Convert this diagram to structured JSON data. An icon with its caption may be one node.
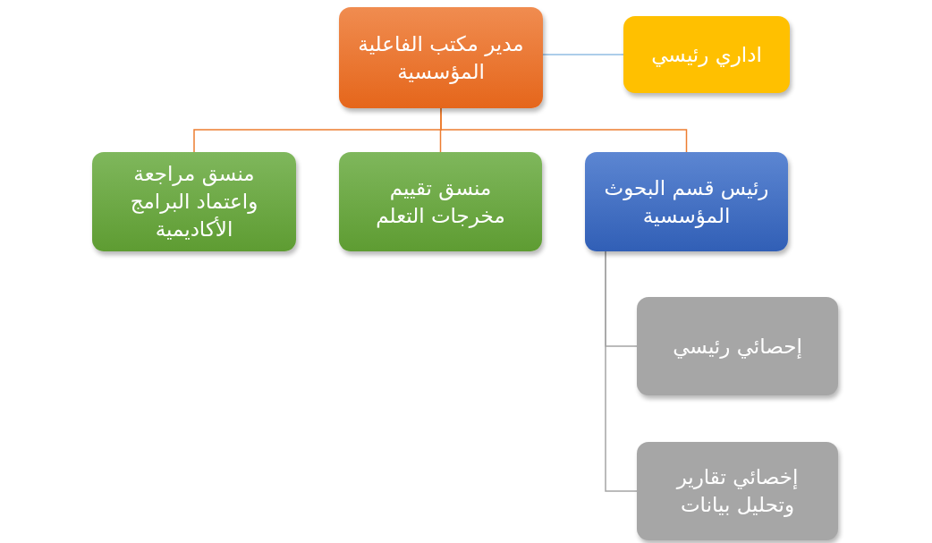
{
  "diagram": {
    "nodes": [
      {
        "text": [
          "مدير مكتب الفاعلية المؤسسية"
        ]
      },
      {
        "text": [
          "اداري رئيسي"
        ]
      },
      {
        "text": [
          "رئيس قسم البحوث المؤسسية"
        ]
      },
      {
        "text": [
          "منسق تقييم مخرجات التعلم"
        ]
      },
      {
        "text": [
          "منسق مراجعة واعتماد البرامج الأكاديمية"
        ]
      },
      {
        "text": [
          "إحصائي رئيسي"
        ]
      },
      {
        "text": [
          "إخصائي تقارير وتحليل بيانات"
        ]
      }
    ],
    "edges": [
      {
        "from": 0,
        "to": 1,
        "arrow": "none",
        "color": "#5b9bd5"
      },
      {
        "from": 0,
        "to": 2,
        "arrow": "none"
      },
      {
        "from": 0,
        "to": 3,
        "arrow": "none"
      },
      {
        "from": 0,
        "to": 4,
        "arrow": "none"
      },
      {
        "from": 2,
        "to": 5,
        "arrow": "none",
        "color": "#a5a5a5"
      },
      {
        "from": 2,
        "to": 6,
        "arrow": "none",
        "color": "#a5a5a5"
      }
    ]
  }
}
